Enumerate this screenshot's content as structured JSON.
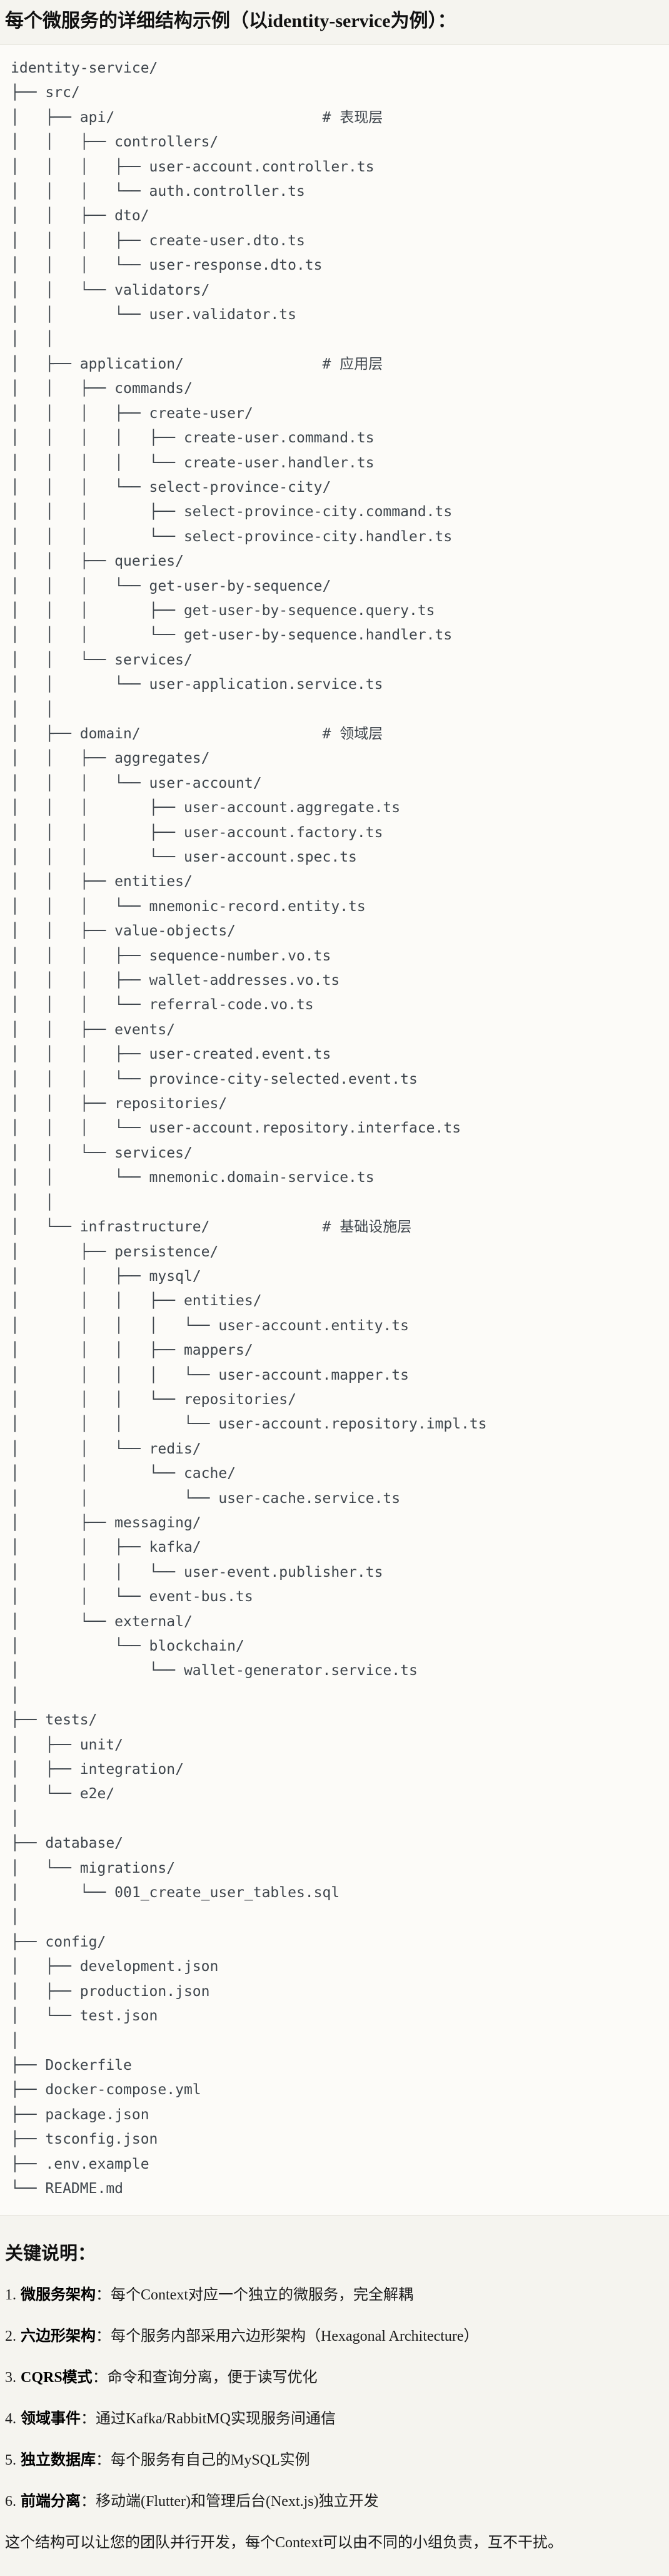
{
  "page": {
    "title": "每个微服务的详细结构示例（以identity-service为例）："
  },
  "tree": {
    "lines": [
      "identity-service/",
      "├── src/",
      "│   ├── api/                        # 表现层",
      "│   │   ├── controllers/",
      "│   │   │   ├── user-account.controller.ts",
      "│   │   │   └── auth.controller.ts",
      "│   │   ├── dto/",
      "│   │   │   ├── create-user.dto.ts",
      "│   │   │   └── user-response.dto.ts",
      "│   │   └── validators/",
      "│   │       └── user.validator.ts",
      "│   │",
      "│   ├── application/                # 应用层",
      "│   │   ├── commands/",
      "│   │   │   ├── create-user/",
      "│   │   │   │   ├── create-user.command.ts",
      "│   │   │   │   └── create-user.handler.ts",
      "│   │   │   └── select-province-city/",
      "│   │   │       ├── select-province-city.command.ts",
      "│   │   │       └── select-province-city.handler.ts",
      "│   │   ├── queries/",
      "│   │   │   └── get-user-by-sequence/",
      "│   │   │       ├── get-user-by-sequence.query.ts",
      "│   │   │       └── get-user-by-sequence.handler.ts",
      "│   │   └── services/",
      "│   │       └── user-application.service.ts",
      "│   │",
      "│   ├── domain/                     # 领域层",
      "│   │   ├── aggregates/",
      "│   │   │   └── user-account/",
      "│   │   │       ├── user-account.aggregate.ts",
      "│   │   │       ├── user-account.factory.ts",
      "│   │   │       └── user-account.spec.ts",
      "│   │   ├── entities/",
      "│   │   │   └── mnemonic-record.entity.ts",
      "│   │   ├── value-objects/",
      "│   │   │   ├── sequence-number.vo.ts",
      "│   │   │   ├── wallet-addresses.vo.ts",
      "│   │   │   └── referral-code.vo.ts",
      "│   │   ├── events/",
      "│   │   │   ├── user-created.event.ts",
      "│   │   │   └── province-city-selected.event.ts",
      "│   │   ├── repositories/",
      "│   │   │   └── user-account.repository.interface.ts",
      "│   │   └── services/",
      "│   │       └── mnemonic.domain-service.ts",
      "│   │",
      "│   └── infrastructure/             # 基础设施层",
      "│       ├── persistence/",
      "│       │   ├── mysql/",
      "│       │   │   ├── entities/",
      "│       │   │   │   └── user-account.entity.ts",
      "│       │   │   ├── mappers/",
      "│       │   │   │   └── user-account.mapper.ts",
      "│       │   │   └── repositories/",
      "│       │   │       └── user-account.repository.impl.ts",
      "│       │   └── redis/",
      "│       │       └── cache/",
      "│       │           └── user-cache.service.ts",
      "│       ├── messaging/",
      "│       │   ├── kafka/",
      "│       │   │   └── user-event.publisher.ts",
      "│       │   └── event-bus.ts",
      "│       └── external/",
      "│           └── blockchain/",
      "│               └── wallet-generator.service.ts",
      "│",
      "├── tests/",
      "│   ├── unit/",
      "│   ├── integration/",
      "│   └── e2e/",
      "│",
      "├── database/",
      "│   └── migrations/",
      "│       └── 001_create_user_tables.sql",
      "│",
      "├── config/",
      "│   ├── development.json",
      "│   ├── production.json",
      "│   └── test.json",
      "│",
      "├── Dockerfile",
      "├── docker-compose.yml",
      "├── package.json",
      "├── tsconfig.json",
      "├── .env.example",
      "└── README.md"
    ]
  },
  "notes": {
    "heading": "关键说明：",
    "items": [
      {
        "num": "1.",
        "label": "微服务架构",
        "colon": "：",
        "text": "每个Context对应一个独立的微服务，完全解耦"
      },
      {
        "num": "2.",
        "label": "六边形架构",
        "colon": "：",
        "text": "每个服务内部采用六边形架构（Hexagonal Architecture）"
      },
      {
        "num": "3.",
        "label": "CQRS模式",
        "colon": "：",
        "text": "命令和查询分离，便于读写优化"
      },
      {
        "num": "4.",
        "label": "领域事件",
        "colon": "：",
        "text": "通过Kafka/RabbitMQ实现服务间通信"
      },
      {
        "num": "5.",
        "label": "独立数据库",
        "colon": "：",
        "text": "每个服务有自己的MySQL实例"
      },
      {
        "num": "6.",
        "label": "前端分离",
        "colon": "：",
        "text": "移动端(Flutter)和管理后台(Next.js)独立开发"
      }
    ],
    "footer": "这个结构可以让您的团队并行开发，每个Context可以由不同的小组负责，互不干扰。"
  },
  "colors": {
    "page_background": "#f5f4ef",
    "panel_background": "#fcfbf8",
    "panel_border": "#e7e5de",
    "tree_text": "#3f464d",
    "heading_text": "#111111",
    "body_text": "#1c1c1c"
  }
}
